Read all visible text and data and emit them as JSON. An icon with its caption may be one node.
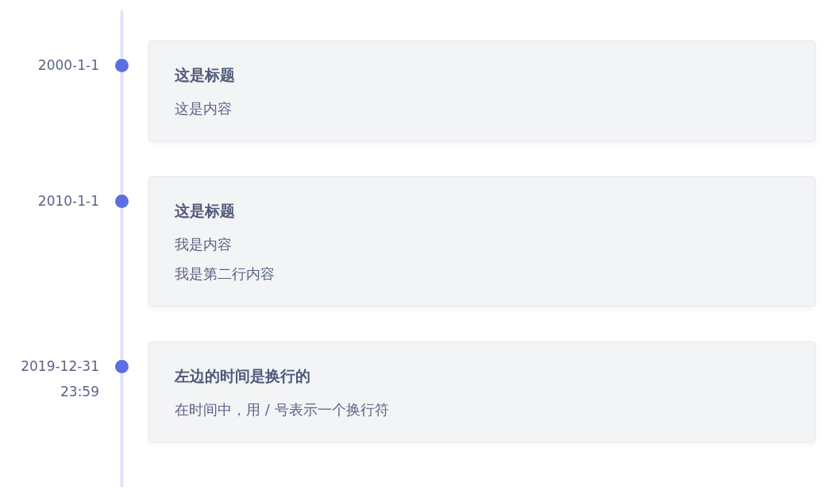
{
  "diagram": {
    "nodes": [
      {
        "text": [],
        "shape": "circle",
        "beside": [
          "2000-1-1"
        ]
      },
      {
        "text": [
          "这是标题",
          "这是内容"
        ]
      },
      {
        "text": [],
        "shape": "circle",
        "beside": [
          "2010-1-1"
        ]
      },
      {
        "text": [
          "这是标题",
          "我是内容",
          "我是第二行内容"
        ]
      },
      {
        "text": [],
        "shape": "circle",
        "beside": [
          "2019-12-31 23:59"
        ]
      },
      {
        "text": [
          "左边的时间是换行的",
          "在时间中，用 / 号表示一个换行符"
        ]
      }
    ],
    "edges": [
      {
        "from": null,
        "to": 0,
        "arrow": "none"
      },
      {
        "from": 0,
        "to": 2,
        "arrow": "none"
      },
      {
        "from": 2,
        "to": 4,
        "arrow": "none"
      },
      {
        "from": 4,
        "to": null,
        "arrow": "none"
      }
    ]
  }
}
